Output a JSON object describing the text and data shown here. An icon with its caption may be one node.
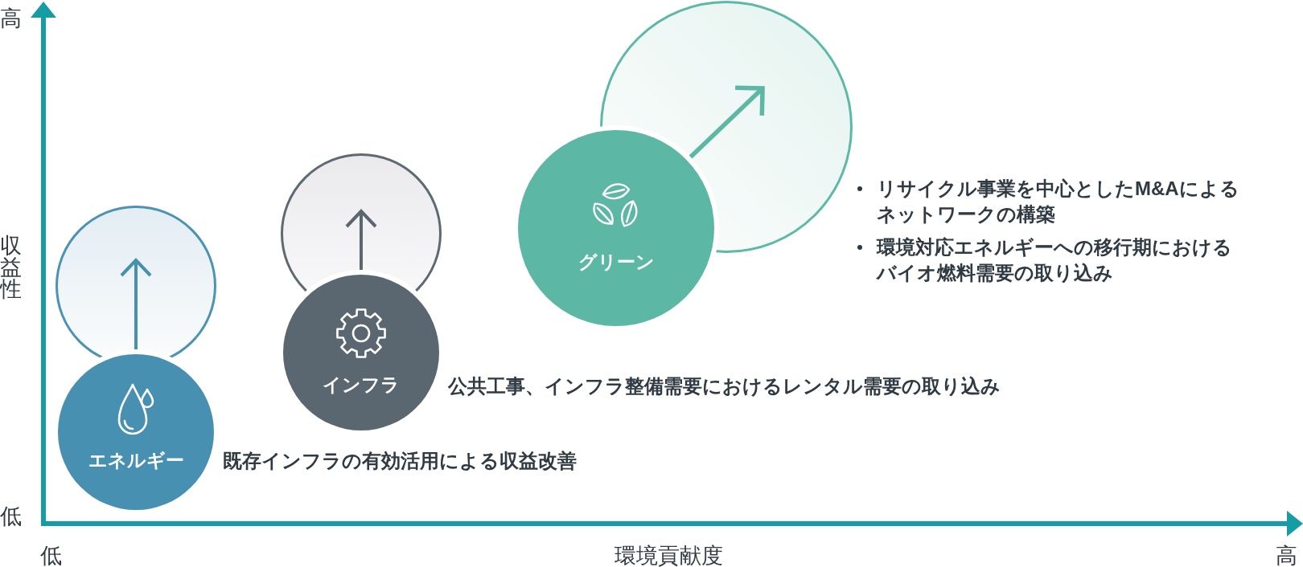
{
  "diagram": {
    "nodes": [
      {
        "text": [],
        "shape": "circle"
      },
      {
        "text": [
          "エネルギー"
        ],
        "beside": [
          "既存インフラの有効活用による収益改善"
        ]
      },
      {
        "text": [],
        "shape": "circle"
      },
      {
        "text": [
          "インフラ"
        ],
        "beside": [
          "公共工事、インフラ整備需要におけるレンタル需要の取り込み"
        ]
      },
      {
        "text": [],
        "shape": "circle"
      },
      {
        "text": [
          "グリーン"
        ],
        "beside": [
          "リサイクル事業を中心としたM&Aによるネットワークの構築",
          "環境対応エネルギーへの移行期におけるバイオ燃料需要の取り込み"
        ]
      }
    ],
    "edges": [
      {
        "from": 1,
        "to": 0,
        "arrow": "to",
        "color": "#4690b0"
      },
      {
        "from": 3,
        "to": 2,
        "arrow": "to",
        "color": "#5b6770"
      },
      {
        "from": 5,
        "to": 4,
        "arrow": "to",
        "color": "#5cb8a5"
      }
    ],
    "labels": [
      "高",
      "収益性",
      "低",
      "低",
      "環境貢献度",
      "高"
    ]
  }
}
